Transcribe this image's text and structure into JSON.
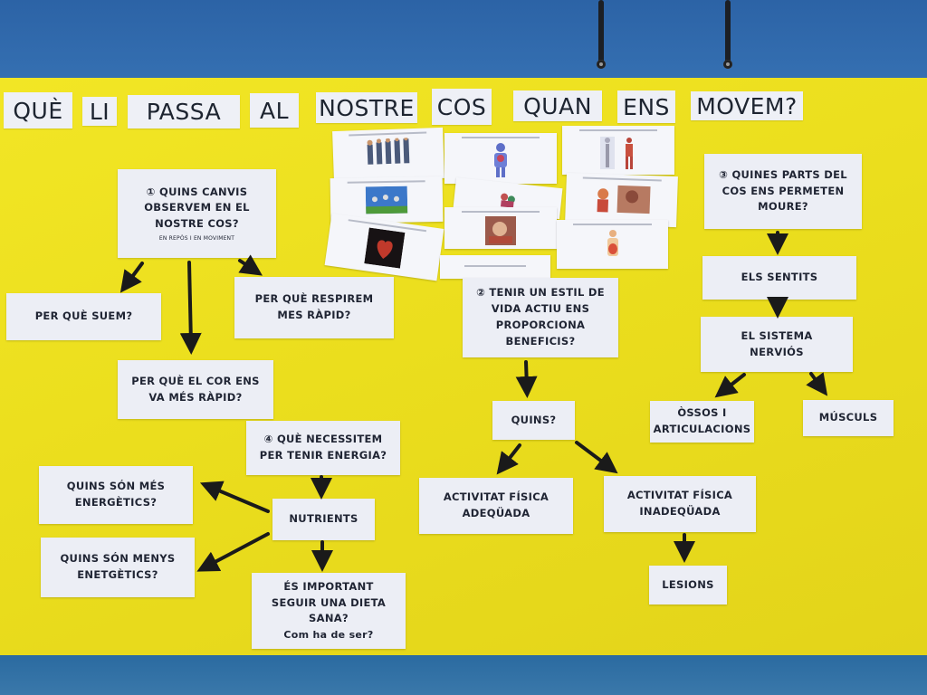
{
  "scene": {
    "description": "Classroom concept-map poster on yellow paper mounted on a blue wall",
    "colors": {
      "wall": "#2f66a8",
      "poster": "#efe221",
      "card": "#eceef5",
      "text": "#1f2433",
      "arrow": "#1a1a1a"
    }
  },
  "title": {
    "words": [
      "QUÈ",
      "LI",
      "PASSA",
      "AL",
      "NOSTRE",
      "COS",
      "QUAN",
      "ENS",
      "MOVEM?"
    ]
  },
  "section1": {
    "question": [
      "① QUINS CANVIS",
      "OBSERVEM EN EL",
      "NOSTRE COS?"
    ],
    "subtitle": "EN REPÒS I EN MOVIMENT",
    "branches": {
      "sweat": "PER QUÈ SUEM?",
      "breath": [
        "PER QUÈ RESPIREM",
        "MES RÀPID?"
      ],
      "heart": [
        "PER QUÈ EL COR ENS",
        "VA MÉS RÀPID?"
      ]
    }
  },
  "section2": {
    "question": [
      "② TENIR UN ESTIL DE",
      "VIDA ACTIU ENS",
      "PROPORCIONA",
      "BENEFICIS?"
    ],
    "which": "QUINS?",
    "adequate": [
      "ACTIVITAT FÍSICA",
      "ADEQÜADA"
    ],
    "inadequate": [
      "ACTIVITAT FÍSICA",
      "INADEQÜADA"
    ],
    "injuries": "LESIONS"
  },
  "section3": {
    "question": [
      "③ QUINES PARTS DEL",
      "COS ENS PERMETEN",
      "MOURE?"
    ],
    "senses": "ELS SENTITS",
    "nervous": [
      "EL SISTEMA",
      "NERVIÓS"
    ],
    "bones": [
      "ÒSSOS I",
      "ARTICULACIONS"
    ],
    "muscles": "MÚSCULS"
  },
  "section4": {
    "question": [
      "④ QUÈ NECESSITEM",
      "PER TENIR ENERGIA?"
    ],
    "nutrients": "NUTRIENTS",
    "more": [
      "QUINS SÓN MÉS",
      "ENERGÈTICS?"
    ],
    "less": [
      "QUINS SÓN MENYS",
      "ENETGÈTICS?"
    ],
    "diet": [
      "ÉS IMPORTANT",
      "SEGUIR UNA DIETA",
      "SANA?"
    ],
    "diet_sub": "Com ha de ser?"
  },
  "image_cards": [
    {
      "subject": "children-height-row"
    },
    {
      "subject": "body-organs-figure"
    },
    {
      "subject": "skeleton-and-muscles"
    },
    {
      "subject": "kids-exercising"
    },
    {
      "subject": "kids-playing"
    },
    {
      "subject": "senses-and-child"
    },
    {
      "subject": "heart"
    },
    {
      "subject": "child-sleeping"
    },
    {
      "subject": "digestive-system"
    },
    {
      "subject": "text-only"
    }
  ]
}
